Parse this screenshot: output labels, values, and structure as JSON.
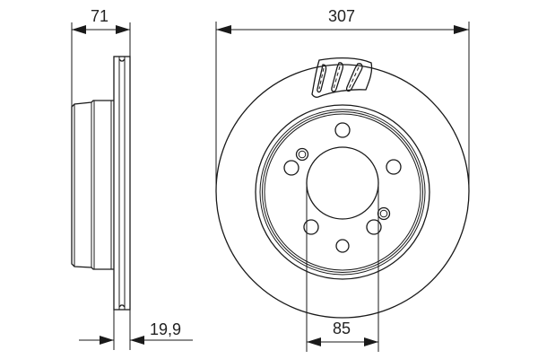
{
  "drawing": {
    "title": "Brake disc technical drawing",
    "line_color": "#1a1a1a",
    "background": "#ffffff"
  },
  "dimensions": {
    "total_height": {
      "value": "71",
      "label": "71"
    },
    "outer_diameter": {
      "value": "307",
      "label": "307"
    },
    "disc_thickness": {
      "value": "19,9",
      "label": "19,9"
    },
    "center_bore": {
      "value": "85",
      "label": "85"
    }
  },
  "views": {
    "side_profile": {
      "name": "side-view"
    },
    "front_view": {
      "name": "front-view",
      "bolt_holes": 6,
      "locator_holes": 2,
      "cooling_vanes_shown": 3
    }
  }
}
